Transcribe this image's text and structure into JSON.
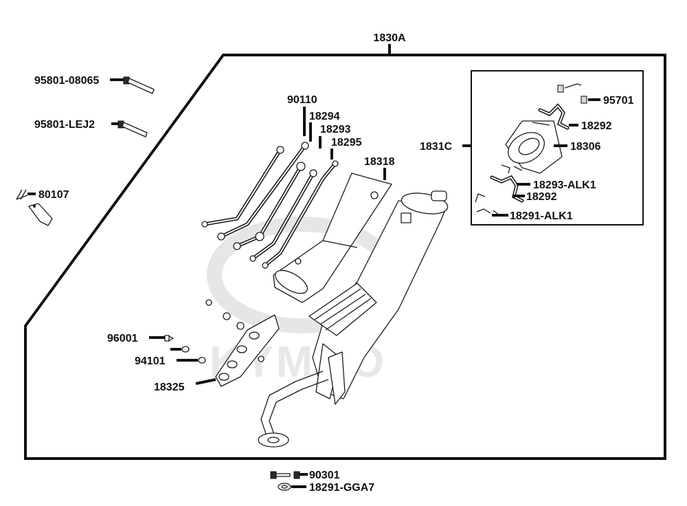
{
  "labels": {
    "assembly": "1830A",
    "bolt_long": "95801-08065",
    "bolt_short": "95801-LEJ2",
    "clip": "80107",
    "nut": "90110",
    "stay_1": "18294",
    "stay_2": "18293",
    "stay_3": "18295",
    "muffler_cover": "18318",
    "end_cap_assy": "1831C",
    "end_cap_screw": "95701",
    "end_cap_gasket": "18292",
    "end_cap": "18306",
    "heat_guard_1": "18293-ALK1",
    "heat_guard_2": "18292",
    "heat_guard_3": "18291-ALK1",
    "screw": "96001",
    "washer": "94101",
    "heat_protector": "18325",
    "exhaust_nut": "90301",
    "exhaust_gasket": "18291-GGA7"
  },
  "watermark": "KYMCO"
}
